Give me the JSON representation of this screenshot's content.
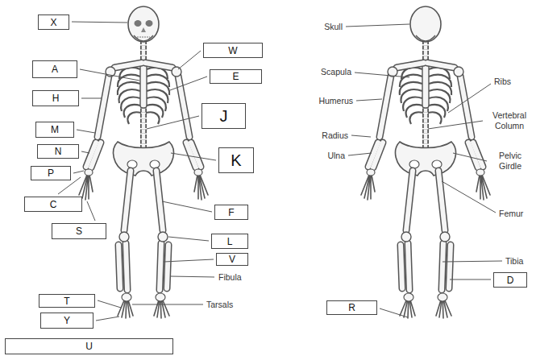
{
  "diagram": {
    "nodes": [
      {
        "text": [
          "X"
        ]
      },
      {
        "text": [
          "W"
        ]
      },
      {
        "text": [
          "A"
        ]
      },
      {
        "text": [
          "E"
        ]
      },
      {
        "text": [
          "H"
        ]
      },
      {
        "text": [
          "J"
        ]
      },
      {
        "text": [
          "M"
        ]
      },
      {
        "text": [
          "K"
        ]
      },
      {
        "text": [
          "N"
        ]
      },
      {
        "text": [
          "P"
        ]
      },
      {
        "text": [
          "C"
        ]
      },
      {
        "text": [
          "F"
        ]
      },
      {
        "text": [
          "S"
        ]
      },
      {
        "text": [
          "L"
        ]
      },
      {
        "text": [
          "V"
        ]
      },
      {
        "text": [
          "T"
        ]
      },
      {
        "text": [
          "Y"
        ]
      },
      {
        "text": [
          "U"
        ]
      },
      {
        "text": [
          "D"
        ]
      },
      {
        "text": [
          "R"
        ]
      }
    ],
    "labels": [
      "Fibula",
      "Tarsals",
      "Skull",
      "Scapula",
      "Ribs",
      "Humerus",
      "Vertebral Column",
      "Radius",
      "Ulna",
      "Pelvic Girdle",
      "Femur",
      "Tibia"
    ]
  }
}
